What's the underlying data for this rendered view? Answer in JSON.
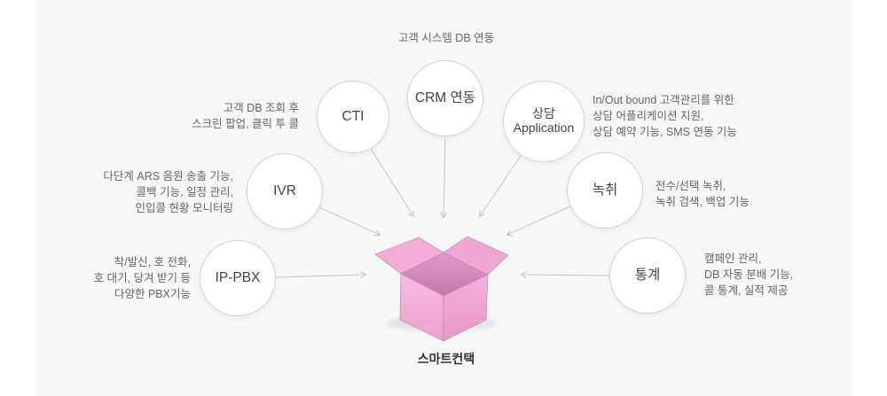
{
  "colors": {
    "panel": "#f7f7f7",
    "circle_fill": "#ffffff",
    "circle_border": "#d4d4d4",
    "arrow": "#c9c9c9",
    "desc_text": "#666666",
    "node_text": "#444444",
    "center_text": "#333333",
    "box_pink_light": "#f6bade",
    "box_pink": "#f0a6d2",
    "box_pink_dark": "#cc7cb0"
  },
  "center": {
    "label": "스마트컨택",
    "icon": "open-box-icon"
  },
  "nodes": [
    {
      "id": "cti",
      "label": "CTI",
      "desc": [
        "고객 DB 조회 후",
        "스크린 팝업, 클릭 투 콜"
      ]
    },
    {
      "id": "crm",
      "label": "CRM 연동",
      "desc": [
        "고객 시스템 DB 연동"
      ]
    },
    {
      "id": "counsel-app",
      "label": "상담",
      "label2": "Application",
      "desc": [
        "In/Out bound 고객관리를 위한",
        "상담 어플리케이션 지원,",
        "상담 예약 기능, SMS 연동 기능"
      ]
    },
    {
      "id": "ivr",
      "label": "IVR",
      "desc": [
        "다단계 ARS 음원 송출 기능,",
        "콜백 기능, 일정 관리,",
        "인입콜 현황 모니터링"
      ]
    },
    {
      "id": "recording",
      "label": "녹취",
      "desc": [
        "전수/선택 녹취,",
        "녹취 검색, 백업 기능"
      ]
    },
    {
      "id": "ip-pbx",
      "label": "IP-PBX",
      "desc": [
        "착/발신, 호 전화,",
        "호 대기, 당겨 받기 등",
        "다양한 PBX기능"
      ]
    },
    {
      "id": "stats",
      "label": "통계",
      "desc": [
        "캠페인 관리,",
        "DB 자동 분배 기능,",
        "콜 통계, 실적 제공"
      ]
    }
  ]
}
